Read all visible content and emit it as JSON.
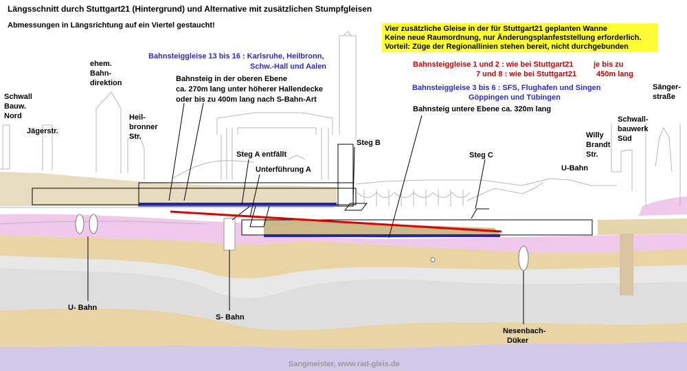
{
  "title": "Längsschnitt durch Stuttgart21 (Hintergrund)   und Alternative  mit zusätzlichen Stumpfgleisen",
  "subtitle": "Abmessungen in Längsrichtung auf ein Viertel gestaucht!",
  "info_box": {
    "line1": "Vier zusätzliche Gleise in der für Stuttgart21 geplanten Wanne",
    "line2": "Keine neue Raumordnung,  nur Änderungsplanfeststellung erforderlich.",
    "line3": "Vorteil:  Züge der Regionallinien stehen bereit, nicht durchgebunden"
  },
  "labels": {
    "schwall_nord": [
      "Schwall",
      "Bauw.",
      "Nord"
    ],
    "jaegerstr": "Jägerstr.",
    "bahndirektion": [
      "ehem.",
      "Bahn-",
      "direktion"
    ],
    "heilbronner": [
      "Heil-",
      "bronner",
      "Str."
    ],
    "platform_13_16": [
      "Bahnsteiggleise 13 bis 16 : Karlsruhe, Heilbronn,",
      "Schw.-Hall und Aalen"
    ],
    "upper_platform": [
      "Bahnsteig in der oberen Ebene",
      "ca. 270m lang unter höherer Hallendecke",
      "oder bis zu 400m lang nach S-Bahn-Art"
    ],
    "steg_a": "Steg A  entfällt",
    "unterfuehrung_a": "Unterführung A",
    "steg_b": "Steg B",
    "steg_c": "Steg C",
    "platform_1_2_a": "Bahnsteiggleise 1 und 2 : wie bei Stuttgart21",
    "platform_1_2_b": "je bis zu",
    "platform_7_8_a": "7 und 8 : wie bei Stuttgart21",
    "platform_7_8_b": "450m lang",
    "platform_3_6": [
      "Bahnsteiggleise  3 bis 6 : SFS, Flughafen und Singen",
      "Göppingen und Tübingen"
    ],
    "lower_platform": "Bahnsteig untere Ebene ca. 320m lang",
    "saengerstrasse": [
      "Sänger-",
      "straße"
    ],
    "schwallbauwerk_sued": [
      "Schwall-",
      "bauwerk",
      "Süd"
    ],
    "willy_brandt": [
      "Willy",
      "Brandt",
      "Str."
    ],
    "ubahn_right": "U-Bahn",
    "ubahn_left": "U- Bahn",
    "sbahn": "S- Bahn",
    "nesenbach": [
      "Nesenbach-",
      "Düker"
    ],
    "credit": "Sangmeister,  www.rad-gleis.de"
  },
  "colors": {
    "upper_track": "#2323b4",
    "lower_track": "#2323b4",
    "red_track": "#e00000",
    "info_box": "#ffff33",
    "ground_pink": "#f0c8ec",
    "ground_tan": "#e9d4a6",
    "ground_grey": "#dedede",
    "ground_purple": "#d2c8e8"
  }
}
